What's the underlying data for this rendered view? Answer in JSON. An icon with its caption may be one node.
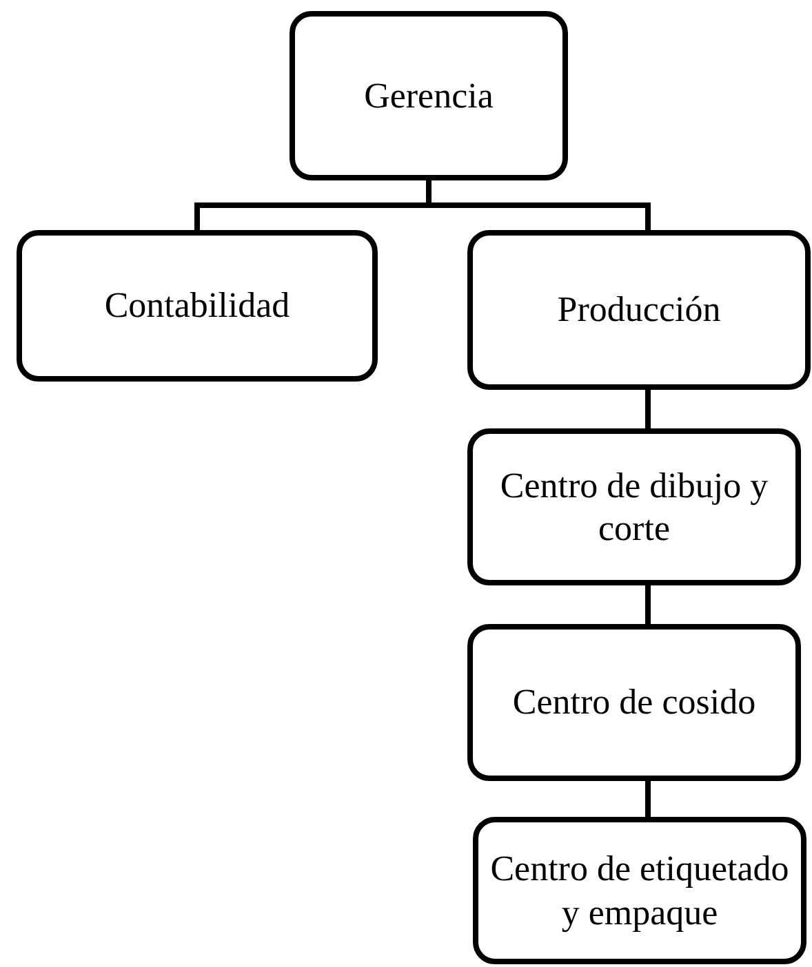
{
  "diagram": {
    "nodes": [
      {
        "text": [
          "Gerencia"
        ]
      },
      {
        "text": [
          "Contabilidad"
        ]
      },
      {
        "text": [
          "Producción"
        ]
      },
      {
        "text": [
          "Centro de dibujo y corte"
        ]
      },
      {
        "text": [
          "Centro de cosido"
        ]
      },
      {
        "text": [
          "Centro de etiquetado y empaque"
        ]
      }
    ],
    "edges": [
      {
        "from": 0,
        "to": 1,
        "arrow": "none"
      },
      {
        "from": 0,
        "to": 2,
        "arrow": "none"
      },
      {
        "from": 2,
        "to": 3,
        "arrow": "none"
      },
      {
        "from": 3,
        "to": 4,
        "arrow": "none"
      },
      {
        "from": 4,
        "to": 5,
        "arrow": "none"
      }
    ]
  }
}
